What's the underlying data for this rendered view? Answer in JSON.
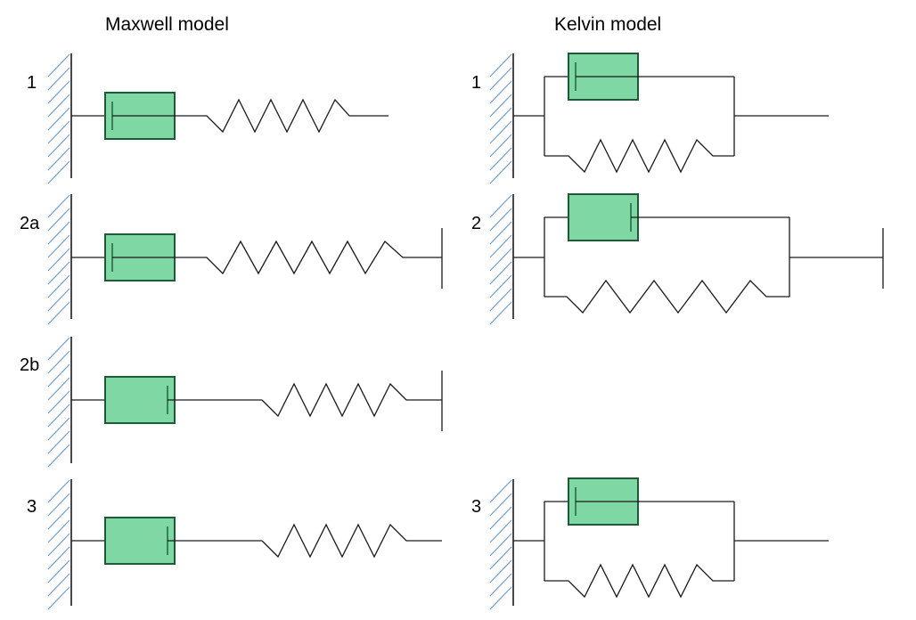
{
  "titles": {
    "maxwell": "Maxwell model",
    "kelvin": "Kelvin model"
  },
  "maxwell_rows": [
    {
      "label": "1"
    },
    {
      "label": "2a"
    },
    {
      "label": "2b"
    },
    {
      "label": "3"
    }
  ],
  "kelvin_rows": [
    {
      "label": "1"
    },
    {
      "label": "2"
    },
    {
      "label": "3"
    }
  ],
  "colors": {
    "dashpot_fill": "#7fd7a4",
    "dashpot_border": "#1e5a35",
    "hatch": "#6e9bd1",
    "line": "#1a1a1a"
  }
}
